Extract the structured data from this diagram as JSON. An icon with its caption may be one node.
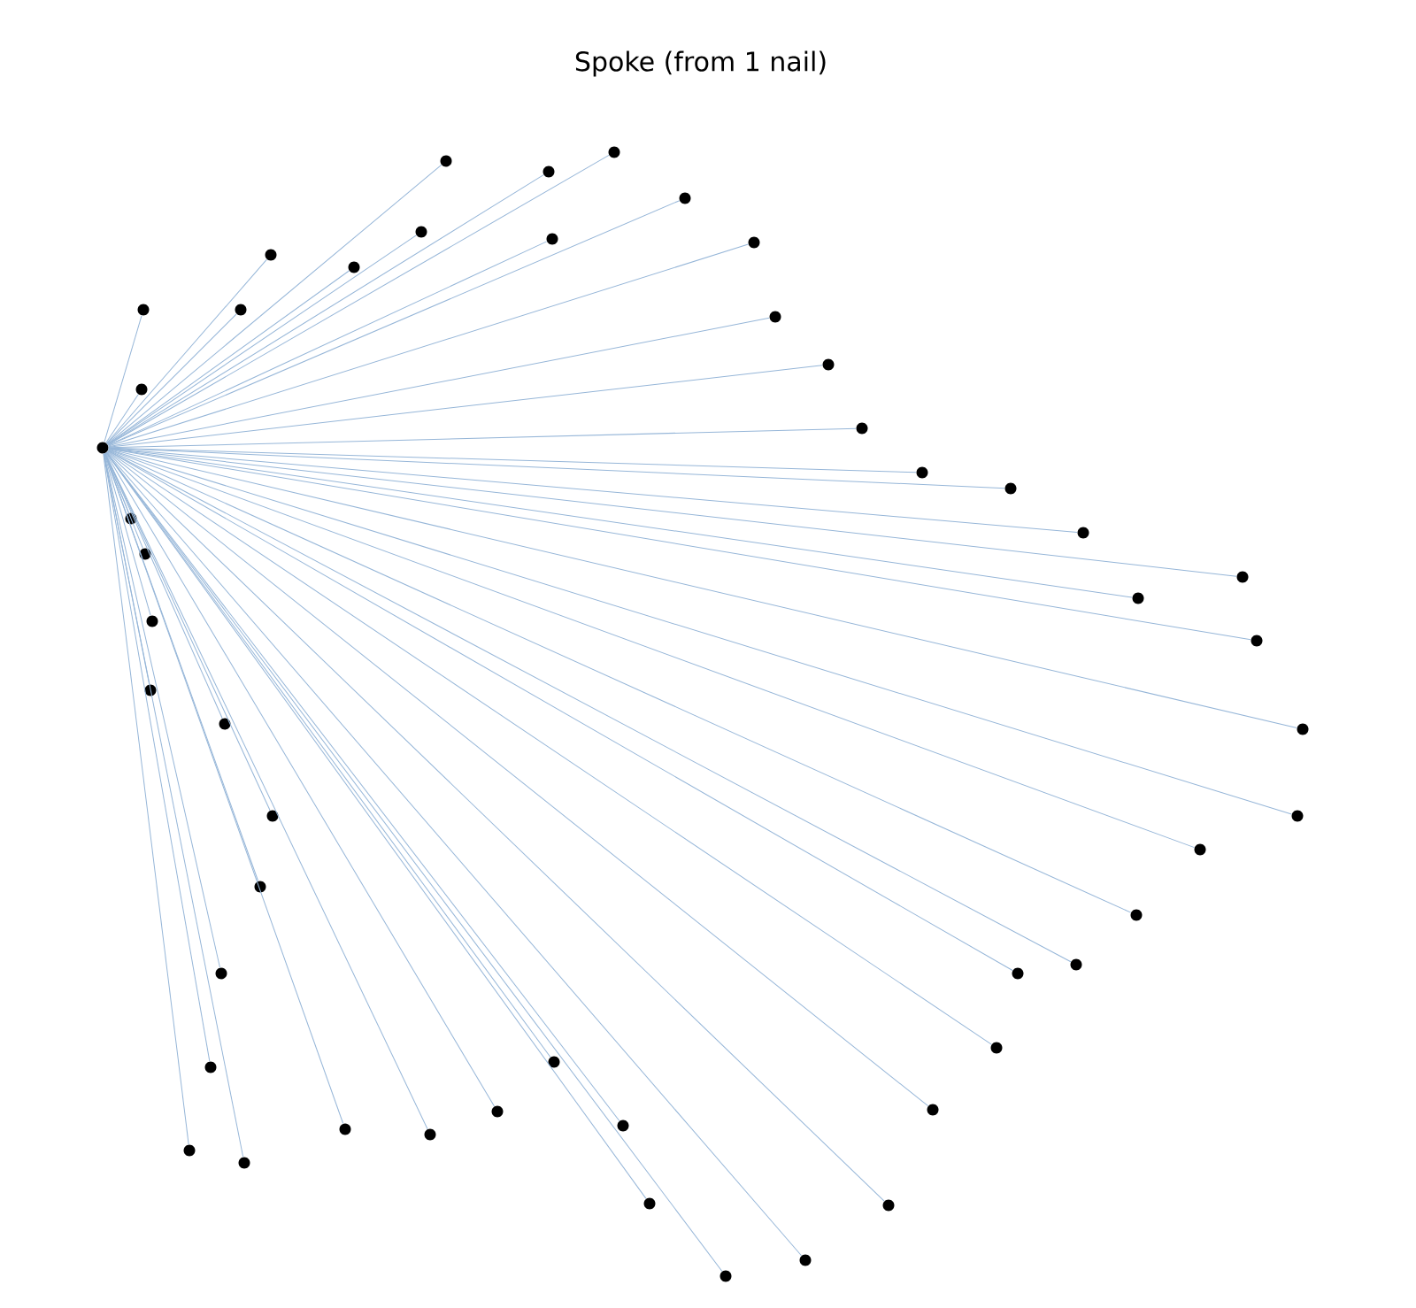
{
  "diagram": {
    "title": "Spoke (from 1 nail)",
    "nodes": [
      {
        "text": [],
        "shape": "circle"
      },
      {
        "text": [],
        "shape": "circle"
      },
      {
        "text": [],
        "shape": "circle"
      },
      {
        "text": [],
        "shape": "circle"
      },
      {
        "text": [],
        "shape": "circle"
      },
      {
        "text": [],
        "shape": "circle"
      },
      {
        "text": [],
        "shape": "circle"
      },
      {
        "text": [],
        "shape": "circle"
      },
      {
        "text": [],
        "shape": "circle"
      },
      {
        "text": [],
        "shape": "circle"
      },
      {
        "text": [],
        "shape": "circle"
      },
      {
        "text": [],
        "shape": "circle"
      },
      {
        "text": [],
        "shape": "circle"
      },
      {
        "text": [],
        "shape": "circle"
      },
      {
        "text": [],
        "shape": "circle"
      },
      {
        "text": [],
        "shape": "circle"
      },
      {
        "text": [],
        "shape": "circle"
      },
      {
        "text": [],
        "shape": "circle"
      },
      {
        "text": [],
        "shape": "circle"
      },
      {
        "text": [],
        "shape": "circle"
      },
      {
        "text": [],
        "shape": "circle"
      },
      {
        "text": [],
        "shape": "circle"
      },
      {
        "text": [],
        "shape": "circle"
      },
      {
        "text": [],
        "shape": "circle"
      },
      {
        "text": [],
        "shape": "circle"
      },
      {
        "text": [],
        "shape": "circle"
      },
      {
        "text": [],
        "shape": "circle"
      },
      {
        "text": [],
        "shape": "circle"
      },
      {
        "text": [],
        "shape": "circle"
      },
      {
        "text": [],
        "shape": "circle"
      },
      {
        "text": [],
        "shape": "circle"
      },
      {
        "text": [],
        "shape": "circle"
      },
      {
        "text": [],
        "shape": "circle"
      },
      {
        "text": [],
        "shape": "circle"
      },
      {
        "text": [],
        "shape": "circle"
      },
      {
        "text": [],
        "shape": "circle"
      },
      {
        "text": [],
        "shape": "circle"
      },
      {
        "text": [],
        "shape": "circle"
      },
      {
        "text": [],
        "shape": "circle"
      },
      {
        "text": [],
        "shape": "circle"
      },
      {
        "text": [],
        "shape": "circle"
      },
      {
        "text": [],
        "shape": "circle"
      },
      {
        "text": [],
        "shape": "circle"
      },
      {
        "text": [],
        "shape": "circle"
      },
      {
        "text": [],
        "shape": "circle"
      },
      {
        "text": [],
        "shape": "circle"
      },
      {
        "text": [],
        "shape": "circle"
      },
      {
        "text": [],
        "shape": "circle"
      },
      {
        "text": [],
        "shape": "circle"
      },
      {
        "text": [],
        "shape": "circle"
      }
    ],
    "edges": [
      {
        "from": 0,
        "to": 1,
        "arrow": "none"
      },
      {
        "from": 0,
        "to": 2,
        "arrow": "none"
      },
      {
        "from": 0,
        "to": 3,
        "arrow": "none"
      },
      {
        "from": 0,
        "to": 4,
        "arrow": "none"
      },
      {
        "from": 0,
        "to": 5,
        "arrow": "none"
      },
      {
        "from": 0,
        "to": 6,
        "arrow": "none"
      },
      {
        "from": 0,
        "to": 7,
        "arrow": "none"
      },
      {
        "from": 0,
        "to": 8,
        "arrow": "none"
      },
      {
        "from": 0,
        "to": 9,
        "arrow": "none"
      },
      {
        "from": 0,
        "to": 10,
        "arrow": "none"
      },
      {
        "from": 0,
        "to": 11,
        "arrow": "none"
      },
      {
        "from": 0,
        "to": 12,
        "arrow": "none"
      },
      {
        "from": 0,
        "to": 13,
        "arrow": "none"
      },
      {
        "from": 0,
        "to": 14,
        "arrow": "none"
      },
      {
        "from": 0,
        "to": 15,
        "arrow": "none"
      },
      {
        "from": 0,
        "to": 16,
        "arrow": "none"
      },
      {
        "from": 0,
        "to": 17,
        "arrow": "none"
      },
      {
        "from": 0,
        "to": 18,
        "arrow": "none"
      },
      {
        "from": 0,
        "to": 19,
        "arrow": "none"
      },
      {
        "from": 0,
        "to": 20,
        "arrow": "none"
      },
      {
        "from": 0,
        "to": 21,
        "arrow": "none"
      },
      {
        "from": 0,
        "to": 22,
        "arrow": "none"
      },
      {
        "from": 0,
        "to": 23,
        "arrow": "none"
      },
      {
        "from": 0,
        "to": 24,
        "arrow": "none"
      },
      {
        "from": 0,
        "to": 25,
        "arrow": "none"
      },
      {
        "from": 0,
        "to": 26,
        "arrow": "none"
      },
      {
        "from": 0,
        "to": 27,
        "arrow": "none"
      },
      {
        "from": 0,
        "to": 28,
        "arrow": "none"
      },
      {
        "from": 0,
        "to": 29,
        "arrow": "none"
      },
      {
        "from": 0,
        "to": 30,
        "arrow": "none"
      },
      {
        "from": 0,
        "to": 31,
        "arrow": "none"
      },
      {
        "from": 0,
        "to": 32,
        "arrow": "none"
      },
      {
        "from": 0,
        "to": 33,
        "arrow": "none"
      },
      {
        "from": 0,
        "to": 34,
        "arrow": "none"
      },
      {
        "from": 0,
        "to": 35,
        "arrow": "none"
      },
      {
        "from": 0,
        "to": 36,
        "arrow": "none"
      },
      {
        "from": 0,
        "to": 37,
        "arrow": "none"
      },
      {
        "from": 0,
        "to": 38,
        "arrow": "none"
      },
      {
        "from": 0,
        "to": 39,
        "arrow": "none"
      },
      {
        "from": 0,
        "to": 40,
        "arrow": "none"
      },
      {
        "from": 0,
        "to": 41,
        "arrow": "none"
      },
      {
        "from": 0,
        "to": 42,
        "arrow": "none"
      },
      {
        "from": 0,
        "to": 43,
        "arrow": "none"
      },
      {
        "from": 0,
        "to": 44,
        "arrow": "none"
      },
      {
        "from": 0,
        "to": 45,
        "arrow": "none"
      },
      {
        "from": 0,
        "to": 46,
        "arrow": "none"
      },
      {
        "from": 0,
        "to": 47,
        "arrow": "none"
      },
      {
        "from": 0,
        "to": 48,
        "arrow": "none"
      },
      {
        "from": 0,
        "to": 49,
        "arrow": "none"
      }
    ]
  }
}
